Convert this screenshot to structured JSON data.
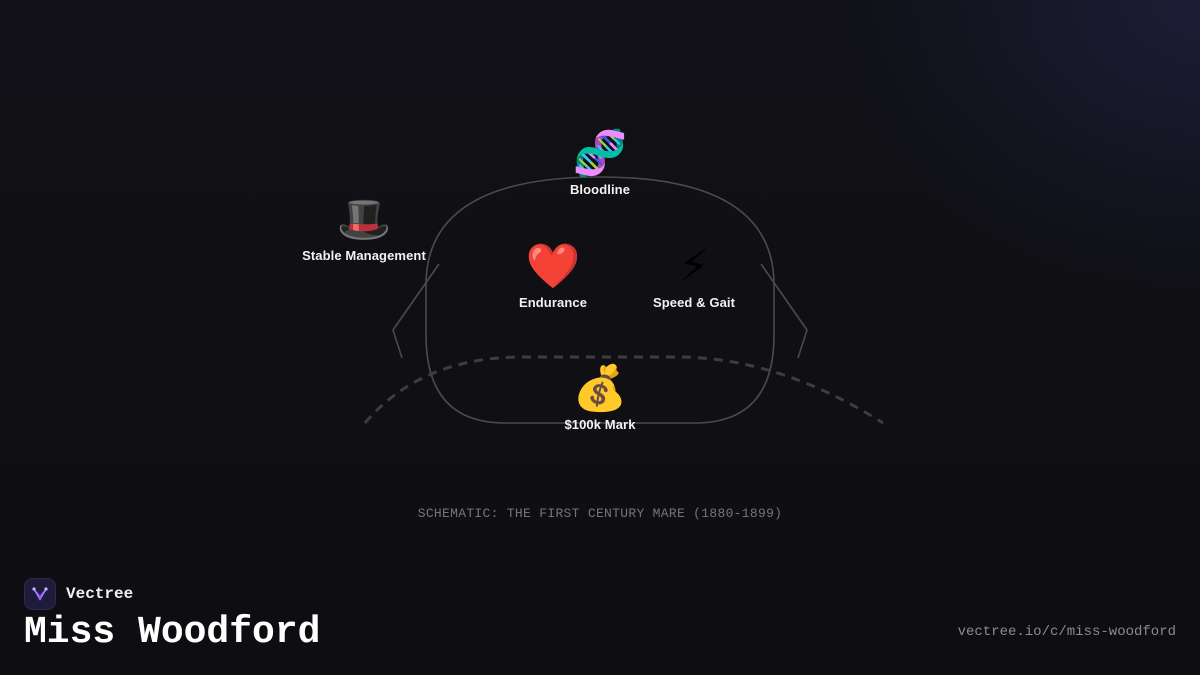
{
  "schematic": {
    "nodes": {
      "bloodline": {
        "icon": "dna-icon",
        "emoji": "🧬",
        "label": "Bloodline"
      },
      "stable": {
        "icon": "top-hat-icon",
        "emoji": "🎩",
        "label": "Stable Management"
      },
      "endurance": {
        "icon": "red-heart-icon",
        "emoji": "❤️",
        "label": "Endurance"
      },
      "speed": {
        "icon": "lightning-bolt-icon",
        "emoji": "⚡",
        "label": "Speed & Gait"
      },
      "money": {
        "icon": "money-bag-icon",
        "emoji": "💰",
        "label": "$100k Mark"
      }
    },
    "caption": "SCHEMATIC: THE FIRST CENTURY MARE (1880-1899)"
  },
  "footer": {
    "brand": "Vectree",
    "title": "Miss Woodford",
    "url": "vectree.io/c/miss-woodford"
  },
  "colors": {
    "background": "#0f0f14",
    "outline": "#4a4a50",
    "brand_accent": "#8b5cf6"
  }
}
